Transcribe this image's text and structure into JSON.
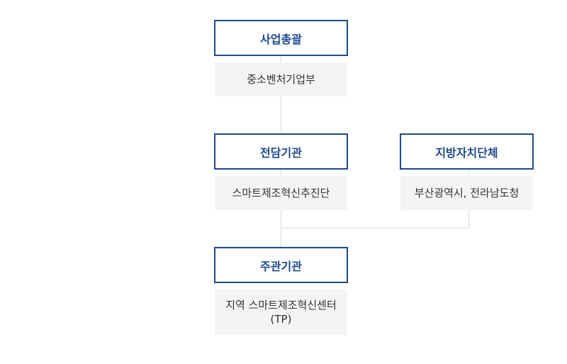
{
  "diagram": {
    "nodes": {
      "overall": {
        "title": "사업총괄",
        "desc": "중소벤처기업부"
      },
      "agency": {
        "title": "전담기관",
        "desc": "스마트제조혁신추진단"
      },
      "local": {
        "title": "지방자치단체",
        "desc": "부산광역시, 전라남도청"
      },
      "host": {
        "title": "주관기관",
        "desc_line1": "지역 스마트제조혁신센터",
        "desc_line2": "(TP)"
      }
    },
    "colors": {
      "border": "#1d4a8c",
      "title_text": "#1d4a8c",
      "desc_bg": "#f4f4f4",
      "connector": "#d9d9d9"
    }
  }
}
